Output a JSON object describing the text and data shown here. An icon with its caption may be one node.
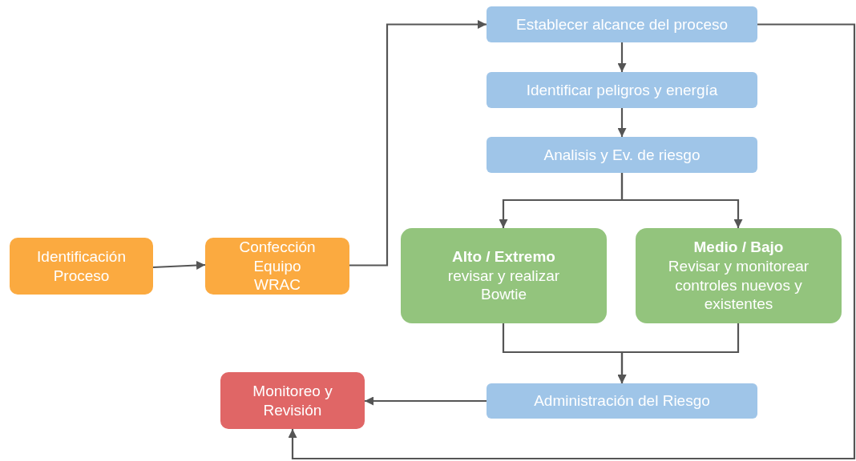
{
  "diagram": {
    "nodes": [
      {
        "text": [
          "Identificación Proceso"
        ]
      },
      {
        "text": [
          "Confección Equipo WRAC"
        ]
      },
      {
        "text": [
          "Establecer alcance del proceso"
        ]
      },
      {
        "text": [
          "Identificar peligros y energía"
        ]
      },
      {
        "text": [
          "Analisis y Ev. de riesgo"
        ]
      },
      {
        "text": [
          "Alto / Extremo",
          "revisar y realizar Bowtie"
        ]
      },
      {
        "text": [
          "Medio / Bajo",
          "Revisar y monitorear controles nuevos y existentes"
        ]
      },
      {
        "text": [
          "Administración del Riesgo"
        ]
      },
      {
        "text": [
          "Monitoreo y Revisión"
        ]
      }
    ],
    "edges": [
      {
        "from": 0,
        "to": 1,
        "arrow": "to"
      },
      {
        "from": 1,
        "to": 2,
        "arrow": "to"
      },
      {
        "from": 2,
        "to": 3,
        "arrow": "to"
      },
      {
        "from": 3,
        "to": 4,
        "arrow": "to"
      },
      {
        "from": 4,
        "to": 5,
        "arrow": "to"
      },
      {
        "from": 4,
        "to": 6,
        "arrow": "to"
      },
      {
        "from": 5,
        "to": 7,
        "arrow": "to"
      },
      {
        "from": 6,
        "to": 7,
        "arrow": "to"
      },
      {
        "from": 7,
        "to": 8,
        "arrow": "to"
      },
      {
        "from": 2,
        "to": 8,
        "arrow": "to"
      }
    ]
  }
}
